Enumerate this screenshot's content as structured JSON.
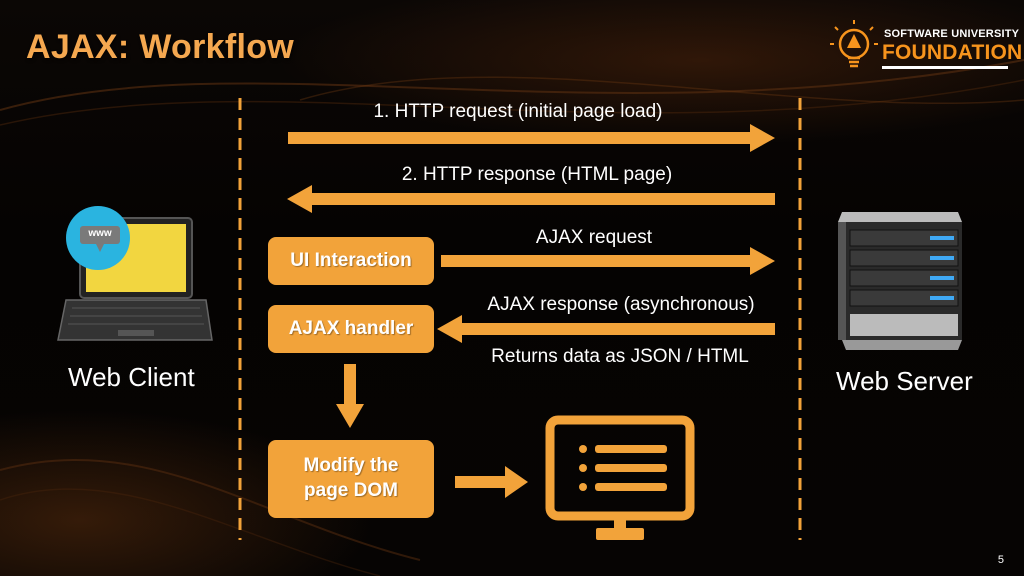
{
  "slide": {
    "title": "AJAX: Workflow",
    "page_number": "5"
  },
  "logo": {
    "top_text": "SOFTWARE UNIVERSITY",
    "main_text": "FOUNDATION",
    "brand_color": "#f7941d"
  },
  "client": {
    "label": "Web Client",
    "badge_text": "www"
  },
  "server": {
    "label": "Web Server"
  },
  "flows": [
    {
      "label": "1. HTTP request (initial page load)",
      "direction": "right"
    },
    {
      "label": "2. HTTP response (HTML page)",
      "direction": "left"
    },
    {
      "label": "AJAX request",
      "direction": "right"
    },
    {
      "label": "AJAX response (asynchronous)",
      "direction": "left"
    }
  ],
  "returns_note": "Returns data as JSON / HTML",
  "boxes": {
    "ui_interaction": "UI Interaction",
    "ajax_handler": "AJAX handler",
    "modify_dom_line1": "Modify the",
    "modify_dom_line2": "page DOM"
  },
  "colors": {
    "accent": "#f2a33a",
    "title": "#f5a850",
    "background": "#000000"
  }
}
